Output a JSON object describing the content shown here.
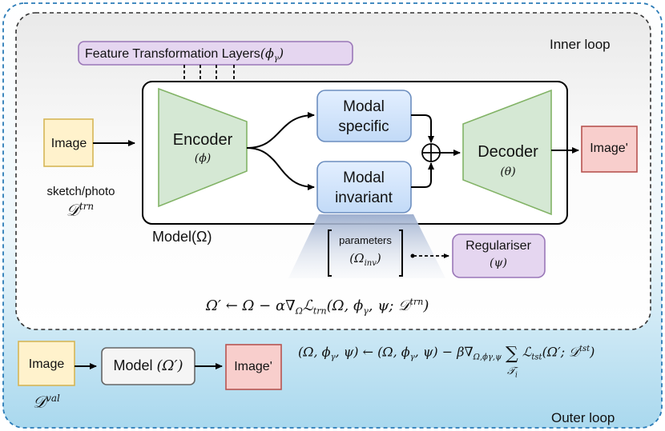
{
  "outer_loop_label": "Outer loop",
  "inner_loop_label": "Inner loop",
  "feature_transform": {
    "label": "Feature Transformation Layers",
    "param": "(ϕ",
    "param_sub": "γ",
    "param_close": ")"
  },
  "input_image": {
    "label": "Image",
    "caption": "sketch/photo",
    "dataset": "𝒟",
    "dataset_sup": "trn"
  },
  "encoder": {
    "label": "Encoder",
    "param": "(ϕ)"
  },
  "modal_specific": {
    "line1": "Modal",
    "line2": "specific"
  },
  "modal_invariant": {
    "line1": "Modal",
    "line2": "invariant"
  },
  "combine_symbol": "⊕",
  "decoder": {
    "label": "Decoder",
    "param": "(θ)"
  },
  "output_image": {
    "label": "Image'"
  },
  "model_label": "Model(Ω)",
  "parameters": {
    "label": "parameters",
    "param": "(Ω",
    "param_sub": "inv",
    "param_close": ")"
  },
  "regulariser": {
    "label": "Regulariser",
    "param": "(ψ)"
  },
  "inner_update": {
    "lhs": "Ω′ ← Ω − α∇",
    "grad_sub": "Ω",
    "loss": "ℒ",
    "loss_sub": "trn",
    "args": "(Ω, ϕ",
    "args_sub": "γ",
    "args_rest": ", ψ; 𝒟",
    "args_sup": "trn",
    "close": ")"
  },
  "val_image": {
    "label": "Image",
    "dataset": "𝒟",
    "dataset_sup": "val"
  },
  "updated_model": {
    "label": "Model",
    "param": "(Ω′)"
  },
  "val_output": {
    "label": "Image'"
  },
  "outer_update": {
    "lhs": "(Ω, ϕ",
    "lhs_sub": "γ",
    "lhs_rest": ", ψ) ← (Ω, ϕ",
    "mid_sub": "γ",
    "mid_rest": ", ψ) − β∇",
    "grad_sub": "Ω,ϕγ,ψ",
    "sum": "∑",
    "sum_sub": "𝒯",
    "sum_sub_i": "i",
    "loss": "ℒ",
    "loss_sub": "tst",
    "args": "(Ω′; 𝒟",
    "args_sup": "tst",
    "close": ")"
  }
}
